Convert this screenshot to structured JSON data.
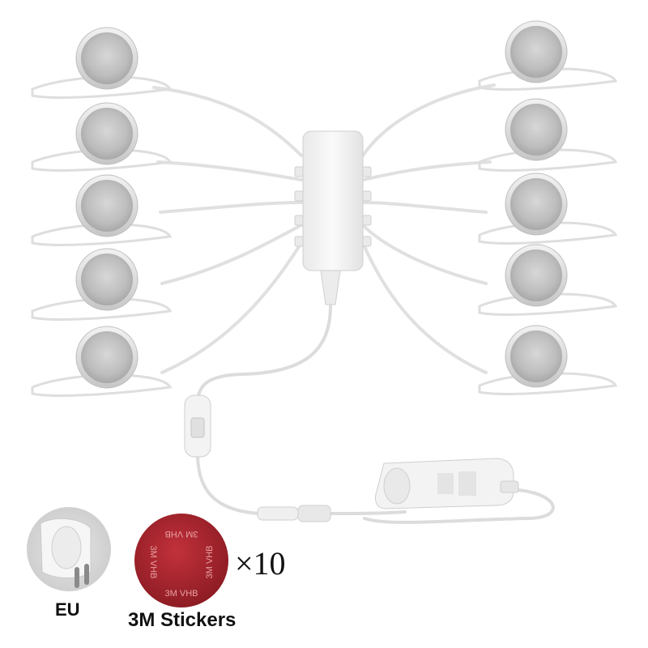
{
  "plug_label": "EU",
  "stickers_label": "3M Stickers",
  "sticker_count": "×10",
  "sticker_print": "3M VHB"
}
